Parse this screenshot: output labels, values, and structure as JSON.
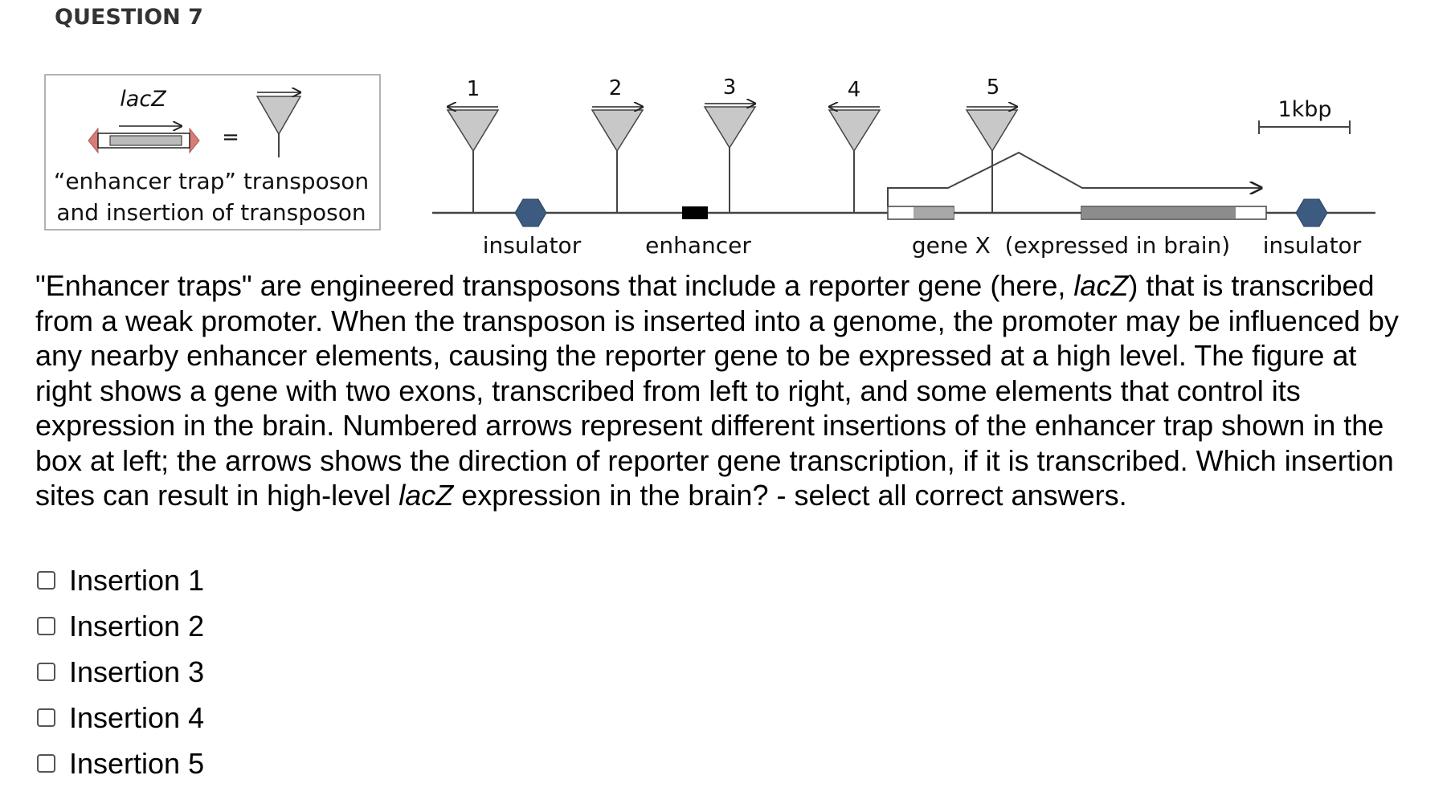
{
  "question": {
    "title": "QUESTION 7"
  },
  "legend": {
    "gene_label": "lacZ",
    "equals": "=",
    "caption_line1": "“enhancer trap” transposon",
    "caption_line2": "and insertion of transposon"
  },
  "diagram": {
    "insertions": [
      {
        "label": "1",
        "direction": "left"
      },
      {
        "label": "2",
        "direction": "right"
      },
      {
        "label": "3",
        "direction": "right"
      },
      {
        "label": "4",
        "direction": "left"
      },
      {
        "label": "5",
        "direction": "right"
      }
    ],
    "scale_label": "1kbp",
    "element_labels": {
      "insulator_left": "insulator",
      "enhancer": "enhancer",
      "gene": "gene X  (expressed in brain)",
      "insulator_right": "insulator"
    },
    "colors": {
      "insulator": "#3d5a80",
      "enhancer": "#000000",
      "exon": "#999999",
      "triangle": "#cccccc",
      "lacz_arrow": "#c0504d"
    }
  },
  "prose": {
    "s1": "\"Enhancer traps\" are engineered transposons that include a reporter gene (here, ",
    "s1_italic": "lacZ",
    "s2": ") that is transcribed from a weak promoter.  When the transposon is inserted into a genome, the promoter may be influenced by any nearby enhancer elements, causing the reporter gene to be expressed at a high level. The figure at right shows a gene with two exons, transcribed from left to right, and some elements that control its expression in the brain.  Numbered arrows represent different insertions of the enhancer trap shown in the box at left; the arrows shows the direction of reporter gene transcription, if it is transcribed.  Which insertion sites can result in high-level ",
    "s2_italic": "lacZ",
    "s3": " expression in the brain? - select all correct answers."
  },
  "options": [
    {
      "label": "Insertion 1",
      "checked": false
    },
    {
      "label": "Insertion 2",
      "checked": false
    },
    {
      "label": "Insertion 3",
      "checked": false
    },
    {
      "label": "Insertion 4",
      "checked": false
    },
    {
      "label": "Insertion 5",
      "checked": false
    }
  ]
}
